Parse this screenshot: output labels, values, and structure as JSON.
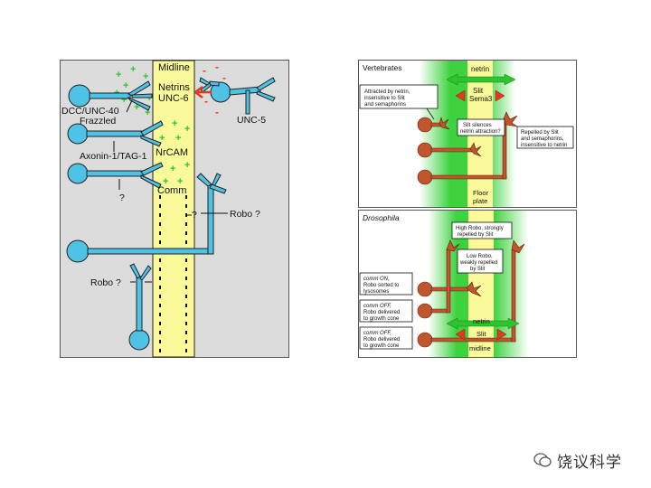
{
  "left_panel": {
    "midline": "Midline",
    "netrins": "Netrins",
    "unc6": "UNC-6",
    "dcc_line1": "DCC/UNC-40",
    "dcc_line2": "Frazzled",
    "unc5": "UNC-5",
    "nrcam": "NrCAM",
    "axonin": "Axonin-1/TAG-1",
    "comm": "Comm",
    "q1": "?",
    "q2": "?",
    "robo_right": "Robo ?",
    "robo_left": "Robo ?"
  },
  "vertebrates_panel": {
    "title": "Vertebrates",
    "netrin": "netrin",
    "slit": "Slit",
    "sema3": "Sema3",
    "box_attracted": [
      "Attracted by netrin,",
      "insensitive to Slit",
      "and semaphorins"
    ],
    "box_silences": [
      "Slit silences",
      "netrin attraction?"
    ],
    "box_repelled": [
      "Repelled by Slit",
      "and semaphorins,",
      "insensitive to netrin"
    ],
    "floor_plate": [
      "Floor",
      "plate"
    ]
  },
  "drosophila_panel": {
    "title": "Drosophila",
    "box_high": [
      "High Robo, strongly",
      "repelled by Slit"
    ],
    "box_low": [
      "Low Robo,",
      "weakly repelled",
      "by Slit"
    ],
    "box_comm_on": [
      "comm ON,",
      "Robo sorted to",
      "lysosomes"
    ],
    "box_comm_off1": [
      "comm OFF,",
      "Robo delivered",
      "to growth cone"
    ],
    "box_comm_off2": [
      "comm OFF,",
      "Robo delivered",
      "to growth cone"
    ],
    "netrin": "netrin",
    "slit": "Slit",
    "midline": "midline"
  },
  "watermark": {
    "text": "饶议科学",
    "icon": "wechat-icon"
  },
  "colors": {
    "neuron_blue": "#4fc3e6",
    "midline_yellow": "#fafa9a",
    "neuron_orange": "#c1552b",
    "green": "#2ec42e",
    "red": "#e23a1e"
  }
}
